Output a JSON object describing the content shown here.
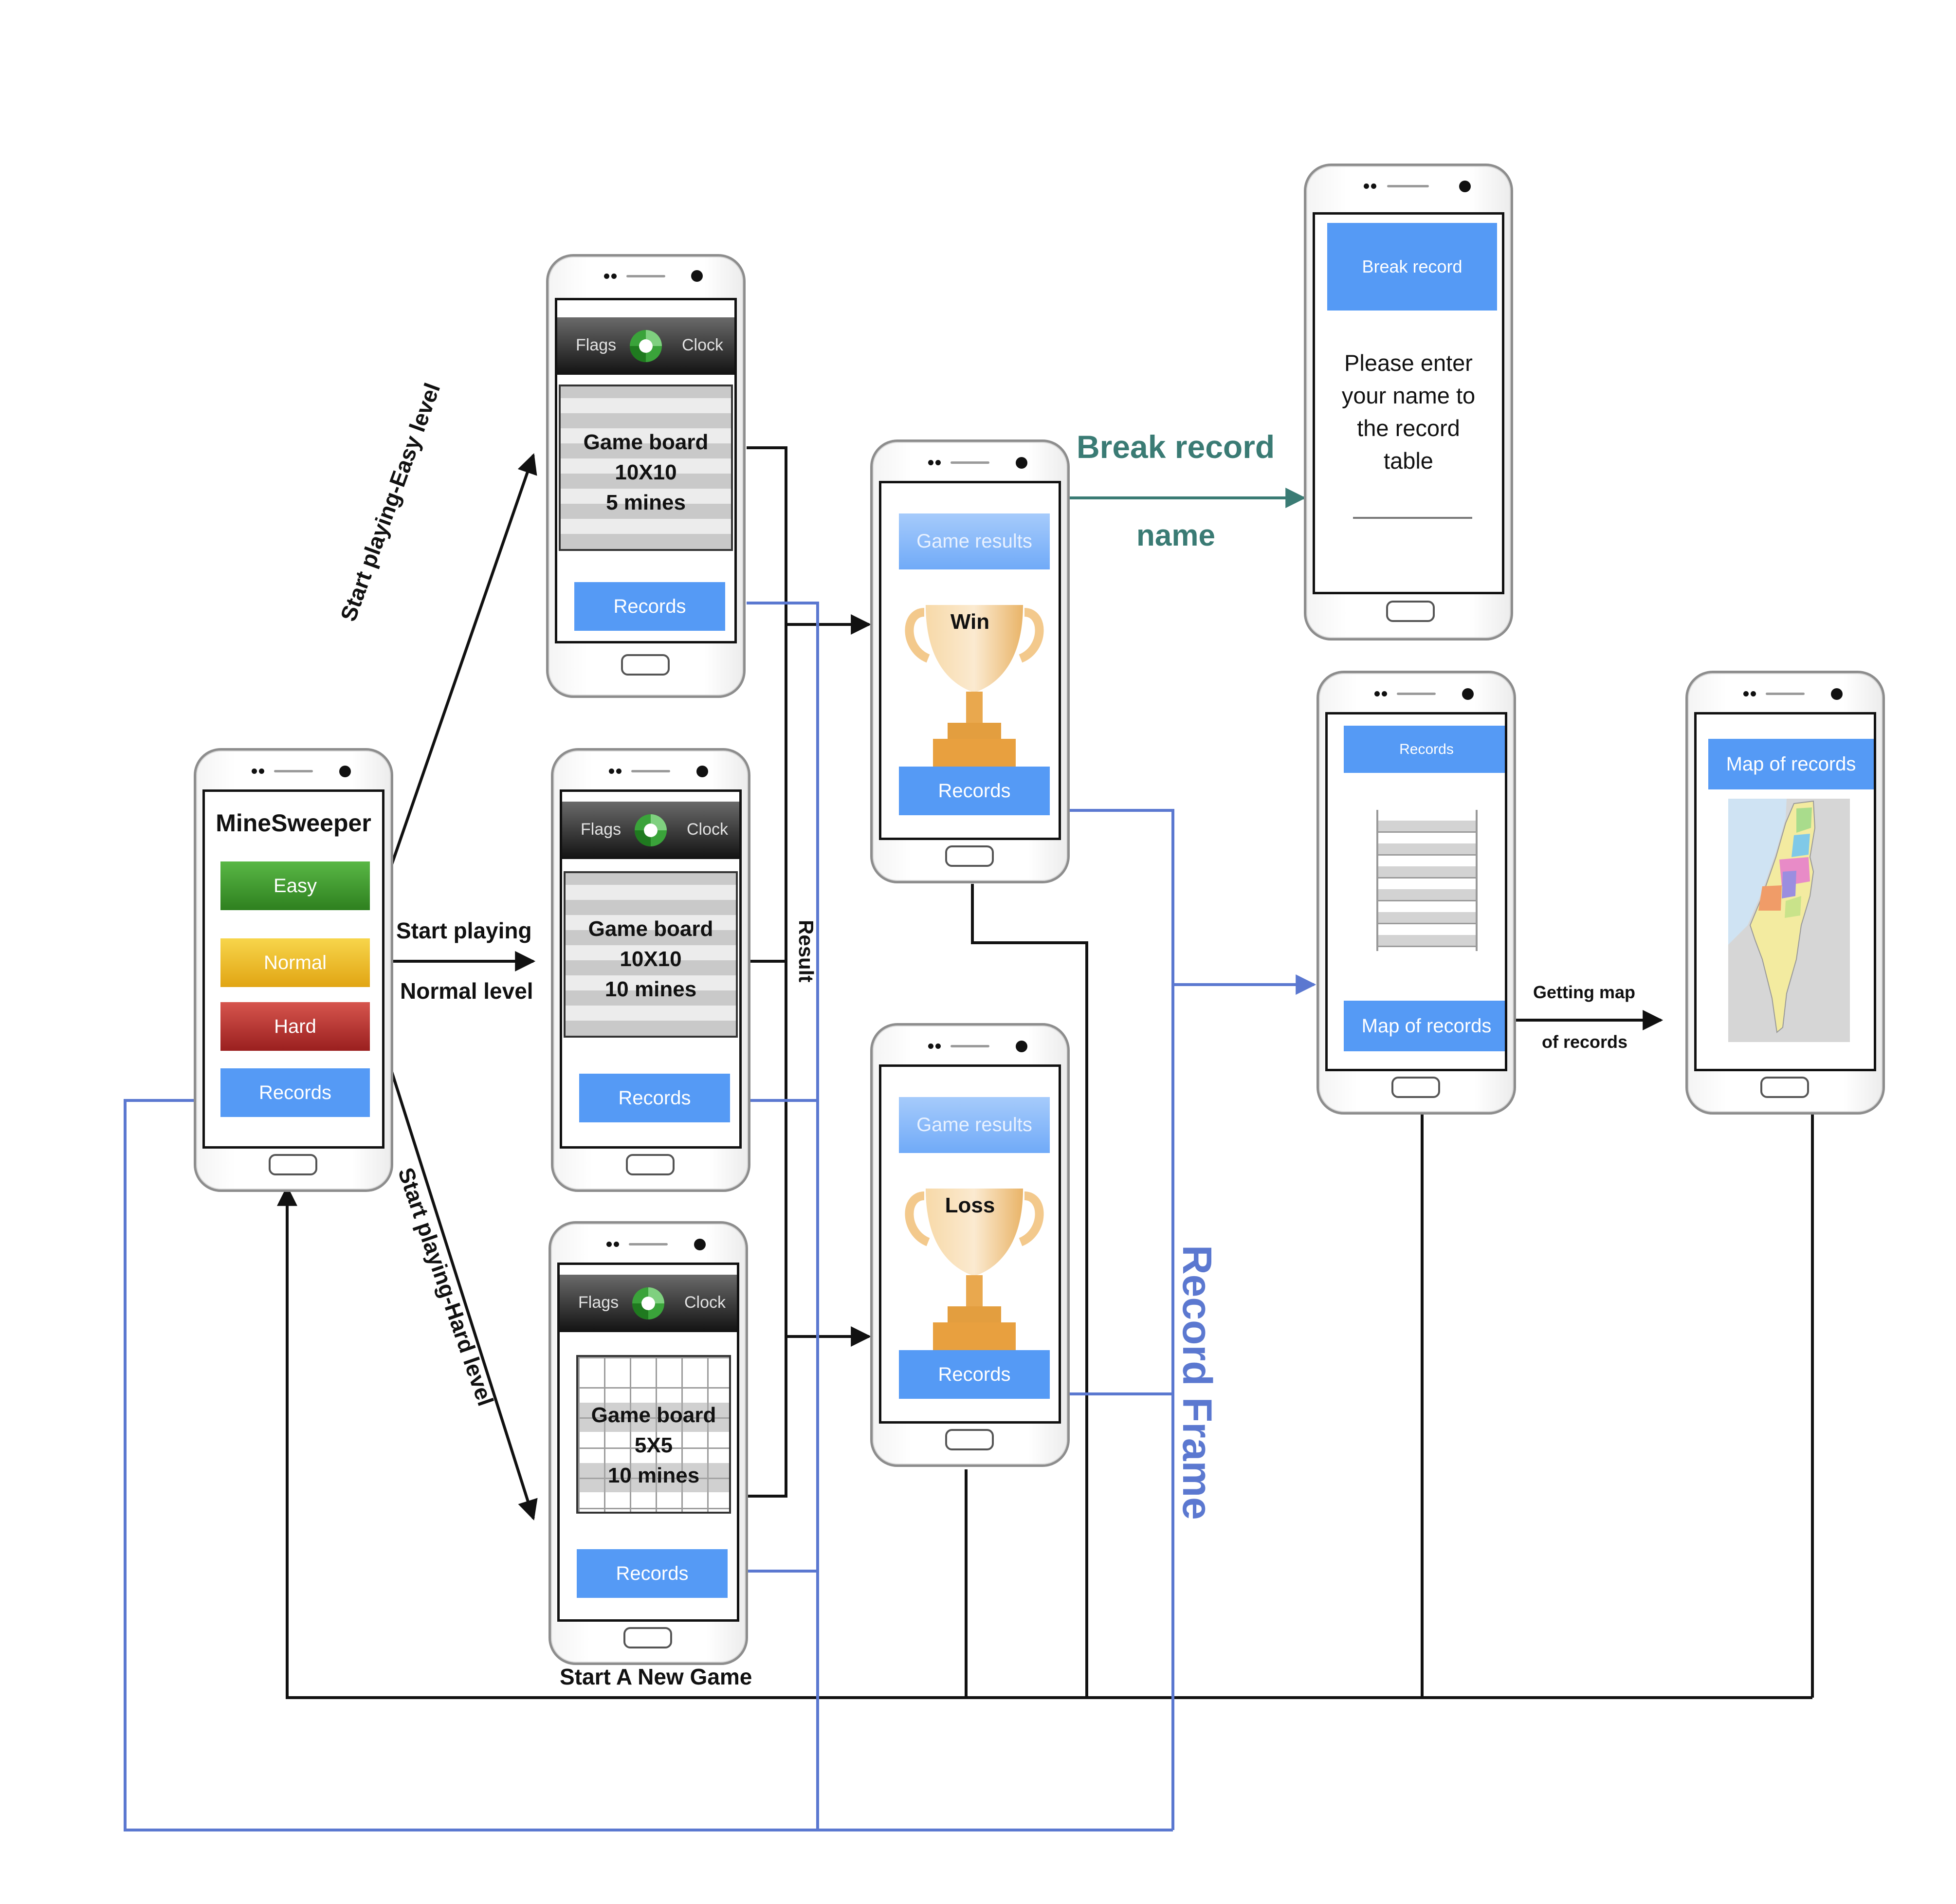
{
  "phone_home": {
    "title": "MineSweeper",
    "buttons": [
      "Easy",
      "Normal",
      "Hard",
      "Records"
    ]
  },
  "phone_easy": {
    "flags": "Flags",
    "clock": "Clock",
    "board_lines": [
      "Game board",
      "10X10",
      "5 mines"
    ],
    "records": "Records"
  },
  "phone_normal": {
    "flags": "Flags",
    "clock": "Clock",
    "board_lines": [
      "Game board",
      "10X10",
      "10 mines"
    ],
    "records": "Records"
  },
  "phone_hard": {
    "flags": "Flags",
    "clock": "Clock",
    "board_lines": [
      "Game board",
      "5X5",
      "10 mines"
    ],
    "records": "Records"
  },
  "phone_win": {
    "header": "Game results",
    "result": "Win",
    "records": "Records"
  },
  "phone_loss": {
    "header": "Game results",
    "result": "Loss",
    "records": "Records"
  },
  "phone_break": {
    "header": "Break record",
    "prompt_lines": [
      "Please enter",
      "your name to",
      "the record",
      "table"
    ]
  },
  "phone_records": {
    "header": "Records",
    "map_button": "Map of records"
  },
  "phone_map": {
    "header": "Map of records"
  },
  "edge_labels": {
    "easy": "Start playing-Easy level",
    "normal_1": "Start playing",
    "normal_2": "Normal level",
    "hard": "Start playing-Hard level",
    "result": "Result",
    "break_record": "Break record",
    "name": "name",
    "record_frame": "Record Frame",
    "getting_map_1": "Getting map",
    "getting_map_2": "of records",
    "new_game": "Start A New Game"
  },
  "colors": {
    "flow_black": "#111111",
    "record_blue": "#5b78d0",
    "break_teal": "#3a7b74",
    "button_blue": "#559af5"
  }
}
